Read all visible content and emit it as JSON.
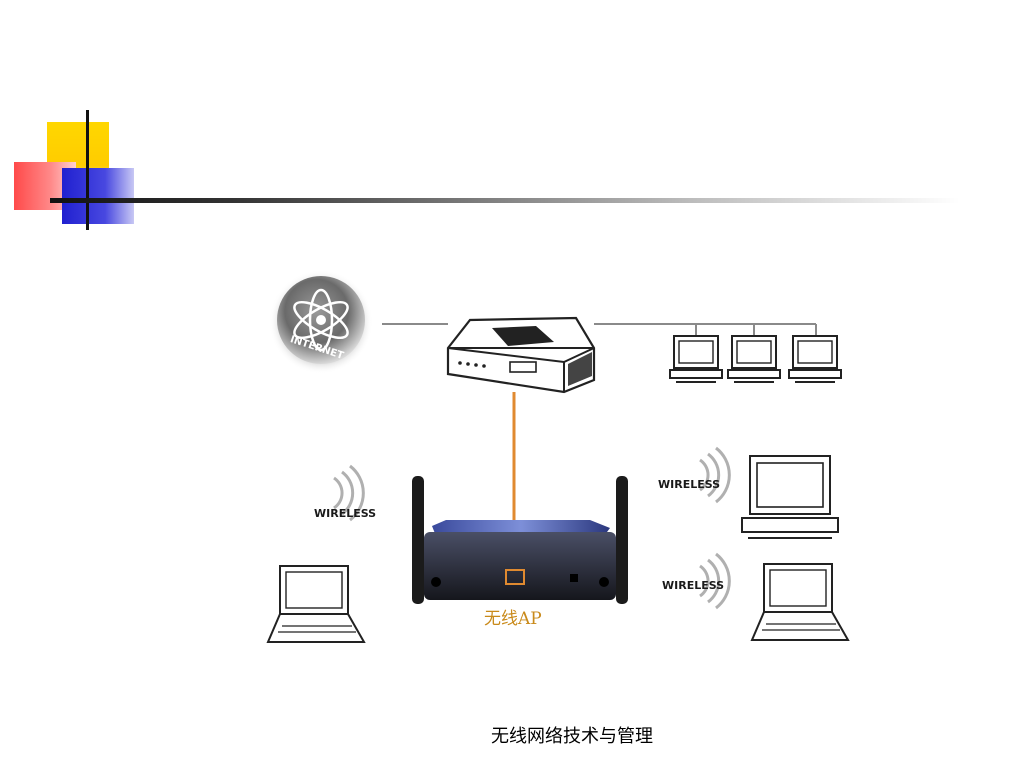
{
  "diagram": {
    "internet_label": "INTERNET",
    "ap_label": "无线AP",
    "wireless_labels": [
      "WIRELESS",
      "WIRELESS",
      "WIRELESS"
    ]
  },
  "footer": {
    "text": "无线网络技术与管理"
  },
  "colors": {
    "deco_yellow": "#ffcc00",
    "deco_red": "#ff5a5a",
    "deco_blue": "#2a2ad6",
    "ap_cable": "#e08a30",
    "ap_label": "#c98a1a"
  }
}
